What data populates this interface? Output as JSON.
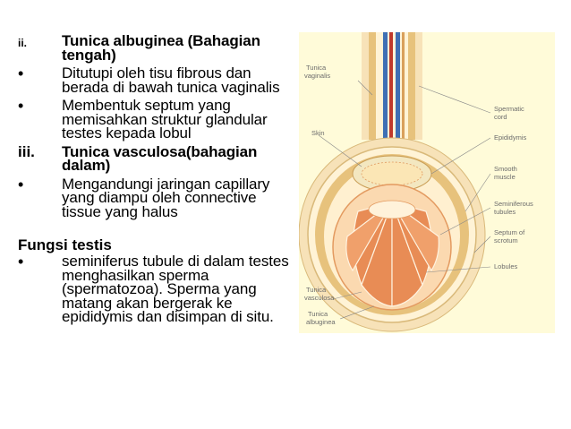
{
  "items": [
    {
      "marker": "ii.",
      "text": "Tunica albuginea (Bahagian tengah)"
    },
    {
      "marker": "•",
      "text": "Ditutupi oleh tisu fibrous dan berada di bawah tunica vaginalis"
    },
    {
      "marker": "•",
      "text": "Membentuk septum yang memisahkan struktur glandular testes kepada lobul"
    },
    {
      "marker": "iii.",
      "text": "Tunica vasculosa(bahagian dalam)"
    },
    {
      "marker": "•",
      "text": "Mengandungi jaringan capillary yang diampu oleh connective tissue yang halus"
    }
  ],
  "fungsi": {
    "heading": "Fungsi testis",
    "bullet_marker": "•",
    "bullet_text": "seminiferus tubule di dalam testes menghasilkan sperma (spermatozoa). Sperma yang matang akan bergerak ke epididymis dan disimpan di situ."
  },
  "figure": {
    "labels": {
      "tunica_vaginalis_1": "Tunica",
      "tunica_vaginalis_2": "vaginalis",
      "skin": "Skin",
      "spermatic_cord_1": "Spermatic",
      "spermatic_cord_2": "cord",
      "epididymis": "Epididymis",
      "smooth_muscle_1": "Smooth",
      "smooth_muscle_2": "muscle",
      "seminiferous_1": "Seminiferous",
      "seminiferous_2": "tubules",
      "septum_1": "Septum of",
      "septum_2": "scrotum",
      "lobules": "Lobules",
      "tunica_vasculosa_1": "Tunica",
      "tunica_vasculosa_2": "vasculosa",
      "tunica_albuginea_1": "Tunica",
      "tunica_albuginea_2": "albuginea"
    },
    "colors": {
      "background": "#fffbd9",
      "skin": "#f7e2b8",
      "tunica": "#e7c27c",
      "testis": "#fbd9b0",
      "lobule": "#e88c55",
      "epididymis": "#f3e7c0",
      "cord_vessel": "#3f6fb4"
    }
  }
}
